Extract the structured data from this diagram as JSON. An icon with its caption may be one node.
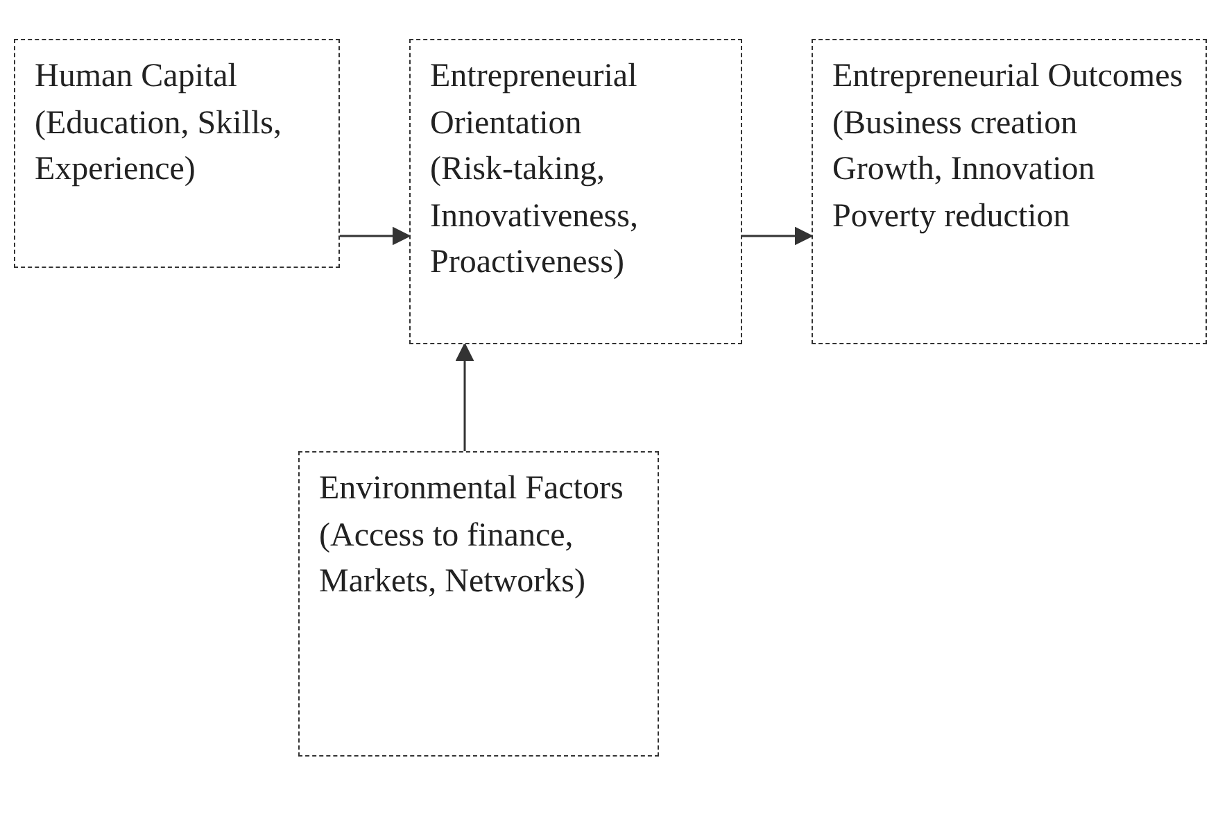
{
  "diagram": {
    "nodes": [
      {
        "text": [
          "Human Capital",
          "(Education, Skills, Experience)"
        ]
      },
      {
        "text": [
          "Entrepreneurial Orientation",
          "(Risk-taking, Innovativeness, Proactiveness)"
        ]
      },
      {
        "text": [
          "Entrepreneurial Outcomes",
          "(Business creation Growth, Innovation Poverty reduction"
        ]
      },
      {
        "text": [
          "Environmental Factors",
          "(Access to finance, Markets, Networks)"
        ]
      }
    ],
    "edges": [
      {
        "from": 0,
        "to": 1,
        "arrow": "to"
      },
      {
        "from": 1,
        "to": 2,
        "arrow": "to"
      },
      {
        "from": 3,
        "to": 1,
        "arrow": "to"
      }
    ]
  }
}
